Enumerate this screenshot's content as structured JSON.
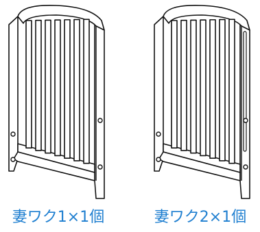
{
  "panels": [
    {
      "caption": "妻ワク1×1個",
      "variant": 1
    },
    {
      "caption": "妻ワク2×1個",
      "variant": 2
    }
  ],
  "colors": {
    "caption": "#1f7fd0",
    "line": "#111111",
    "fill": "#ffffff"
  }
}
